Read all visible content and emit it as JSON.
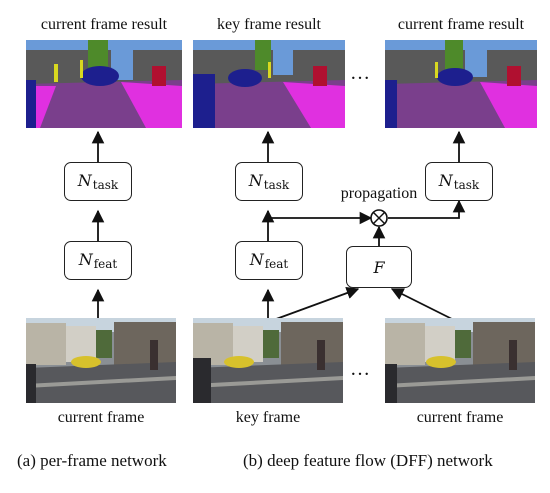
{
  "labels": {
    "left_top": "current frame result",
    "mid_top": "key frame result",
    "right_top": "current frame result",
    "left_bottom": "current frame",
    "mid_bottom": "key frame",
    "right_bottom": "current frame",
    "propagation": "propagation",
    "ellipsis": "…"
  },
  "boxes": {
    "n_symbol": "N",
    "task_sub": "task",
    "feat_sub": "feat",
    "flow": "F"
  },
  "captions": {
    "a": "(a) per-frame network",
    "b": "(b) deep feature flow (DFF) network"
  },
  "colors": {
    "road": "#7a3f8c",
    "sidewalk": "#e030e0",
    "car": "#1d1f8e",
    "building": "#595959",
    "vegetation": "#4e8a2a",
    "sky": "#6a9ad8",
    "person": "#b01030",
    "sign": "#d8d820"
  }
}
